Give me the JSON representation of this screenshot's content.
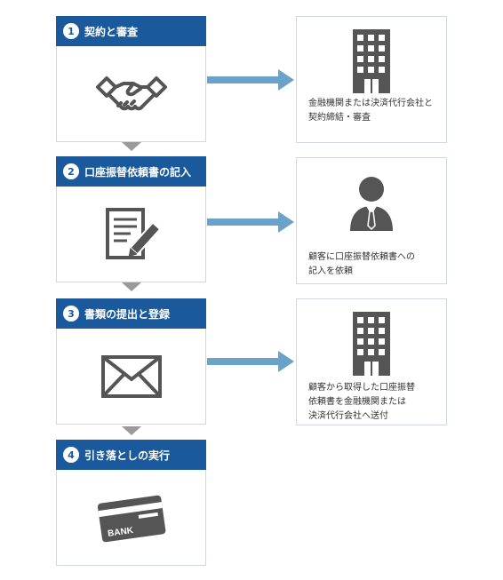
{
  "steps": [
    {
      "number": "1",
      "title": "契約と審査",
      "icon": "handshake-icon"
    },
    {
      "number": "2",
      "title": "口座振替依頼書の記入",
      "icon": "document-pen-icon"
    },
    {
      "number": "3",
      "title": "書類の提出と登録",
      "icon": "envelope-icon"
    },
    {
      "number": "4",
      "title": "引き落としの実行",
      "icon": "bank-card-icon"
    }
  ],
  "parties": [
    {
      "icon": "office-building-icon",
      "lines": [
        "金融機関または決済代行会社と",
        "契約締結・審査"
      ]
    },
    {
      "icon": "customer-person-icon",
      "lines": [
        "顧客に口座振替依頼書への",
        "記入を依頼"
      ]
    },
    {
      "icon": "office-building-icon",
      "lines": [
        "顧客から取得した口座振替",
        "依頼書を金融機関または",
        "決済代行会社へ送付"
      ]
    }
  ],
  "card": {
    "label": "BANK"
  },
  "colors": {
    "header": "#1a5a9c",
    "arrow": "#6aa3c9",
    "down_arrow": "#9a9a9a",
    "icon": "#555555",
    "border": "#cfd7e2"
  }
}
